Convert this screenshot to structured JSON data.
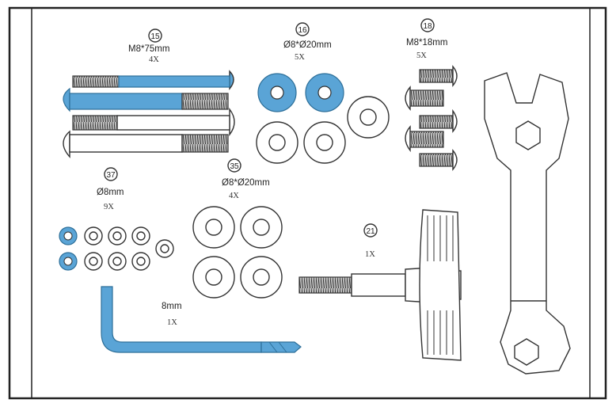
{
  "colors": {
    "accent_blue": "#5aa4d6",
    "outline": "#333333",
    "frame": "#222222"
  },
  "parts": {
    "p15": {
      "number": "15",
      "spec": "M8*75mm",
      "qty": "4X"
    },
    "p16": {
      "number": "16",
      "spec": "Ø8*Ø20mm",
      "qty": "5X"
    },
    "p18": {
      "number": "18",
      "spec": "M8*18mm",
      "qty": "5X"
    },
    "p37": {
      "number": "37",
      "spec": "Ø8mm",
      "qty": "9X"
    },
    "p35": {
      "number": "35",
      "spec": "Ø8*Ø20mm",
      "qty": "4X"
    },
    "p21": {
      "number": "21",
      "qty": "1X"
    },
    "hexkey": {
      "spec": "8mm",
      "qty": "1X"
    }
  },
  "icons": [
    "bolt-icon",
    "washer-icon",
    "short-bolt-icon",
    "split-washer-icon",
    "hex-key-icon",
    "knob-icon",
    "wrench-icon"
  ]
}
